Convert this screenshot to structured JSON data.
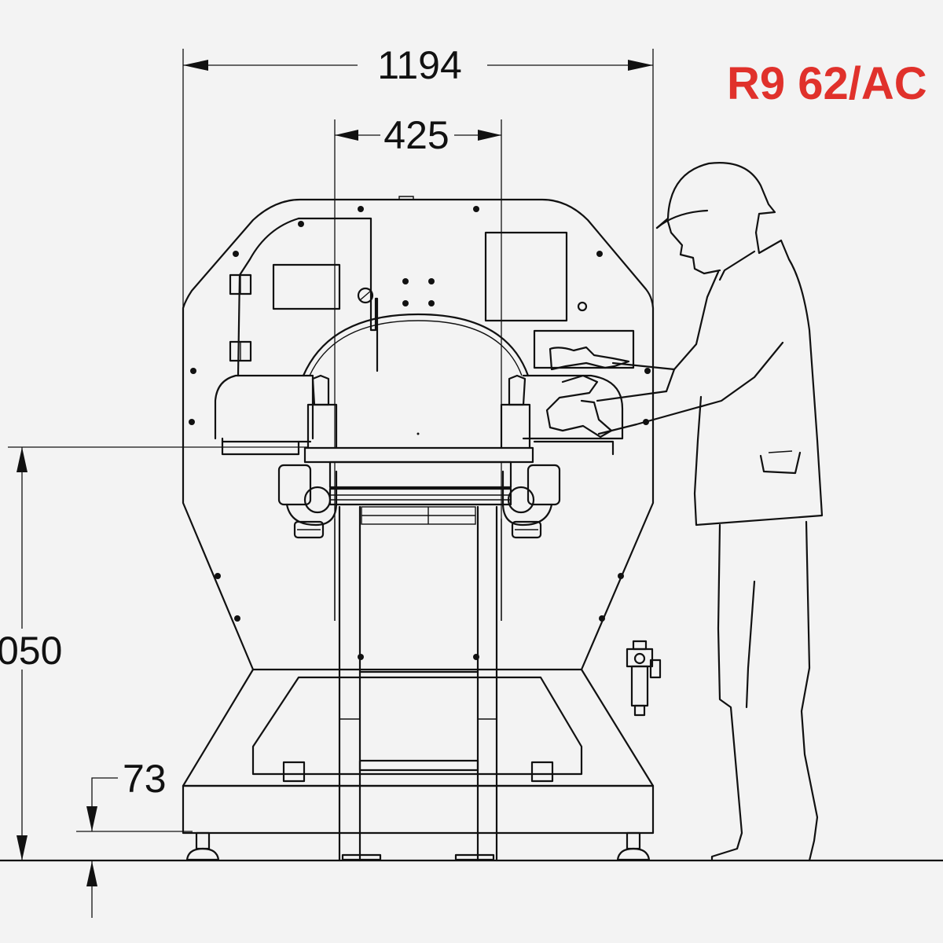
{
  "model_label": "R9 62/AC",
  "colors": {
    "model": "#e0312b",
    "line": "#111111",
    "background": "#f3f3f3"
  },
  "dimensions": {
    "overall_width": "1194",
    "inner_width": "425",
    "table_height": "050",
    "foot_clearance": "73"
  }
}
